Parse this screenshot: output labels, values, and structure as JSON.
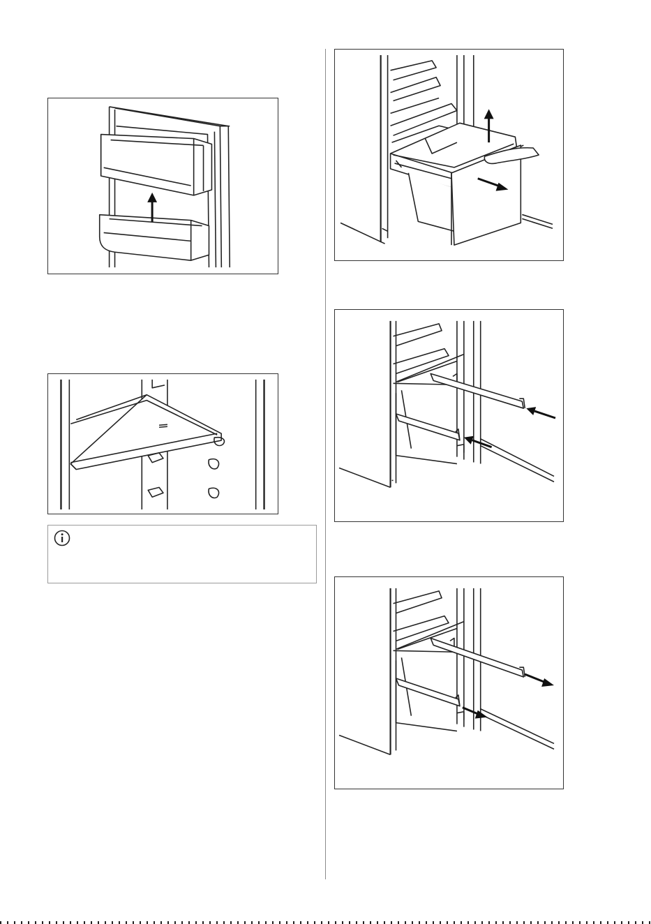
{
  "figures": [
    {
      "id": "door-balcony",
      "arrows": [
        "up"
      ]
    },
    {
      "id": "glass-shelf",
      "arrows": []
    },
    {
      "id": "freezer-drawer",
      "arrows": [
        "up",
        "out"
      ]
    },
    {
      "id": "telescopic-rails-in",
      "arrows": [
        "in",
        "in"
      ]
    },
    {
      "id": "telescopic-rails-out",
      "arrows": [
        "out",
        "out"
      ]
    }
  ],
  "note": {
    "icon": "info-icon"
  },
  "colors": {
    "line": "#222222",
    "frame": "#333333",
    "note_border": "#9a9a9a"
  }
}
